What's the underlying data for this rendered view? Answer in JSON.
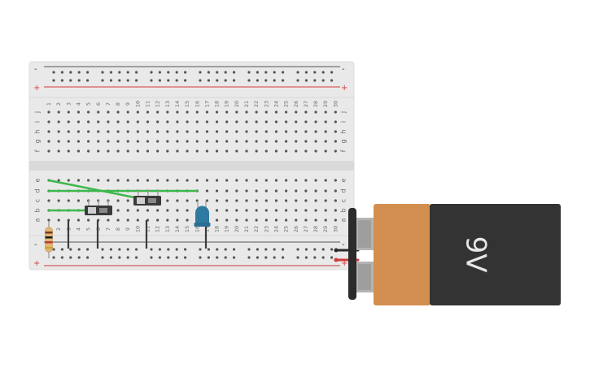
{
  "breadboard": {
    "columns": [
      "1",
      "2",
      "3",
      "4",
      "5",
      "6",
      "7",
      "8",
      "9",
      "10",
      "11",
      "12",
      "13",
      "14",
      "15",
      "16",
      "17",
      "18",
      "19",
      "20",
      "21",
      "22",
      "23",
      "24",
      "25",
      "26",
      "27",
      "28",
      "29",
      "30"
    ],
    "top_rows": [
      "j",
      "i",
      "h",
      "g",
      "f"
    ],
    "bottom_rows": [
      "e",
      "d",
      "c",
      "b",
      "a"
    ],
    "rail_minus": "-",
    "rail_plus": "+"
  },
  "battery": {
    "label": "9V",
    "colors": {
      "body": "#333333",
      "band": "#d38f4f",
      "terminal": "#2b2b2b"
    }
  },
  "colors": {
    "board": "#e9e9e9",
    "rail_red": "#d23b3b",
    "rail_dark": "#555555",
    "wire_green": "#3cb84a",
    "wire_dark": "#3b3b3b",
    "led": "#2e7aa0",
    "switch": "#3a3a3a"
  }
}
